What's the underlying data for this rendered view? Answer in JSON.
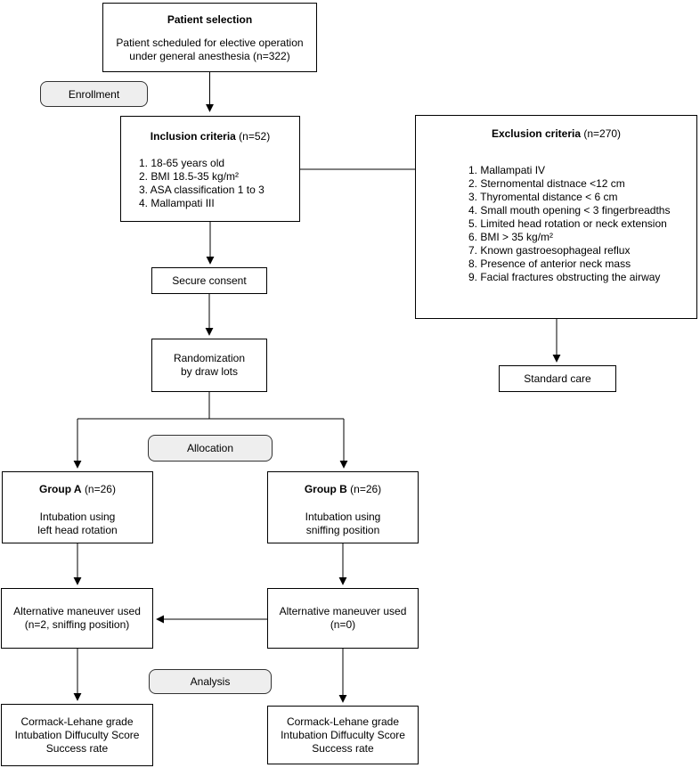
{
  "diagram": {
    "patient_selection": {
      "title": "Patient selection",
      "body": "Patient scheduled for elective operation\nunder general anesthesia (n=322)"
    },
    "enrollment_label": "Enrollment",
    "inclusion": {
      "title_bold": "Inclusion criteria",
      "title_rest": "(n=52)",
      "items": [
        "1. 18-65 years old",
        "2. BMI 18.5-35 kg/m²",
        "3. ASA classification 1 to 3",
        "4. Mallampati III"
      ]
    },
    "exclusion": {
      "title_bold": "Exclusion criteria",
      "title_rest": "(n=270)",
      "items": [
        "1. Mallampati IV",
        "2. Sternomental distnace <12 cm",
        "3. Thyromental distance < 6 cm",
        "4. Small mouth opening < 3 fingerbreadths",
        "5. Limited head rotation or neck extension",
        "6. BMI > 35 kg/m²",
        "7. Known gastroesophageal reflux",
        "8. Presence of anterior neck mass",
        "9. Facial fractures obstructing the airway"
      ]
    },
    "secure_consent": "Secure consent",
    "randomization": "Randomization\nby draw lots",
    "standard_care": "Standard care",
    "allocation_label": "Allocation",
    "group_a": {
      "title_bold": "Group A",
      "title_rest": "(n=26)",
      "body": "Intubation using\nleft head rotation"
    },
    "group_b": {
      "title_bold": "Group B",
      "title_rest": "(n=26)",
      "body": "Intubation using\nsniffing position"
    },
    "alt_a": "Alternative maneuver used\n(n=2, sniffing position)",
    "alt_b": "Alternative maneuver used\n(n=0)",
    "analysis_label": "Analysis",
    "outcome_a": "Cormack-Lehane grade\nIntubation Diffuculty Score\nSuccess rate",
    "outcome_b": "Cormack-Lehane grade\nIntubation Diffuculty Score\nSuccess rate",
    "colors": {
      "box_background": "#ffffff",
      "box_border": "#000000",
      "stage_label_fill": "#eeeeee",
      "stage_label_border": "#333333",
      "arrow": "#000000",
      "text": "#000000"
    }
  }
}
